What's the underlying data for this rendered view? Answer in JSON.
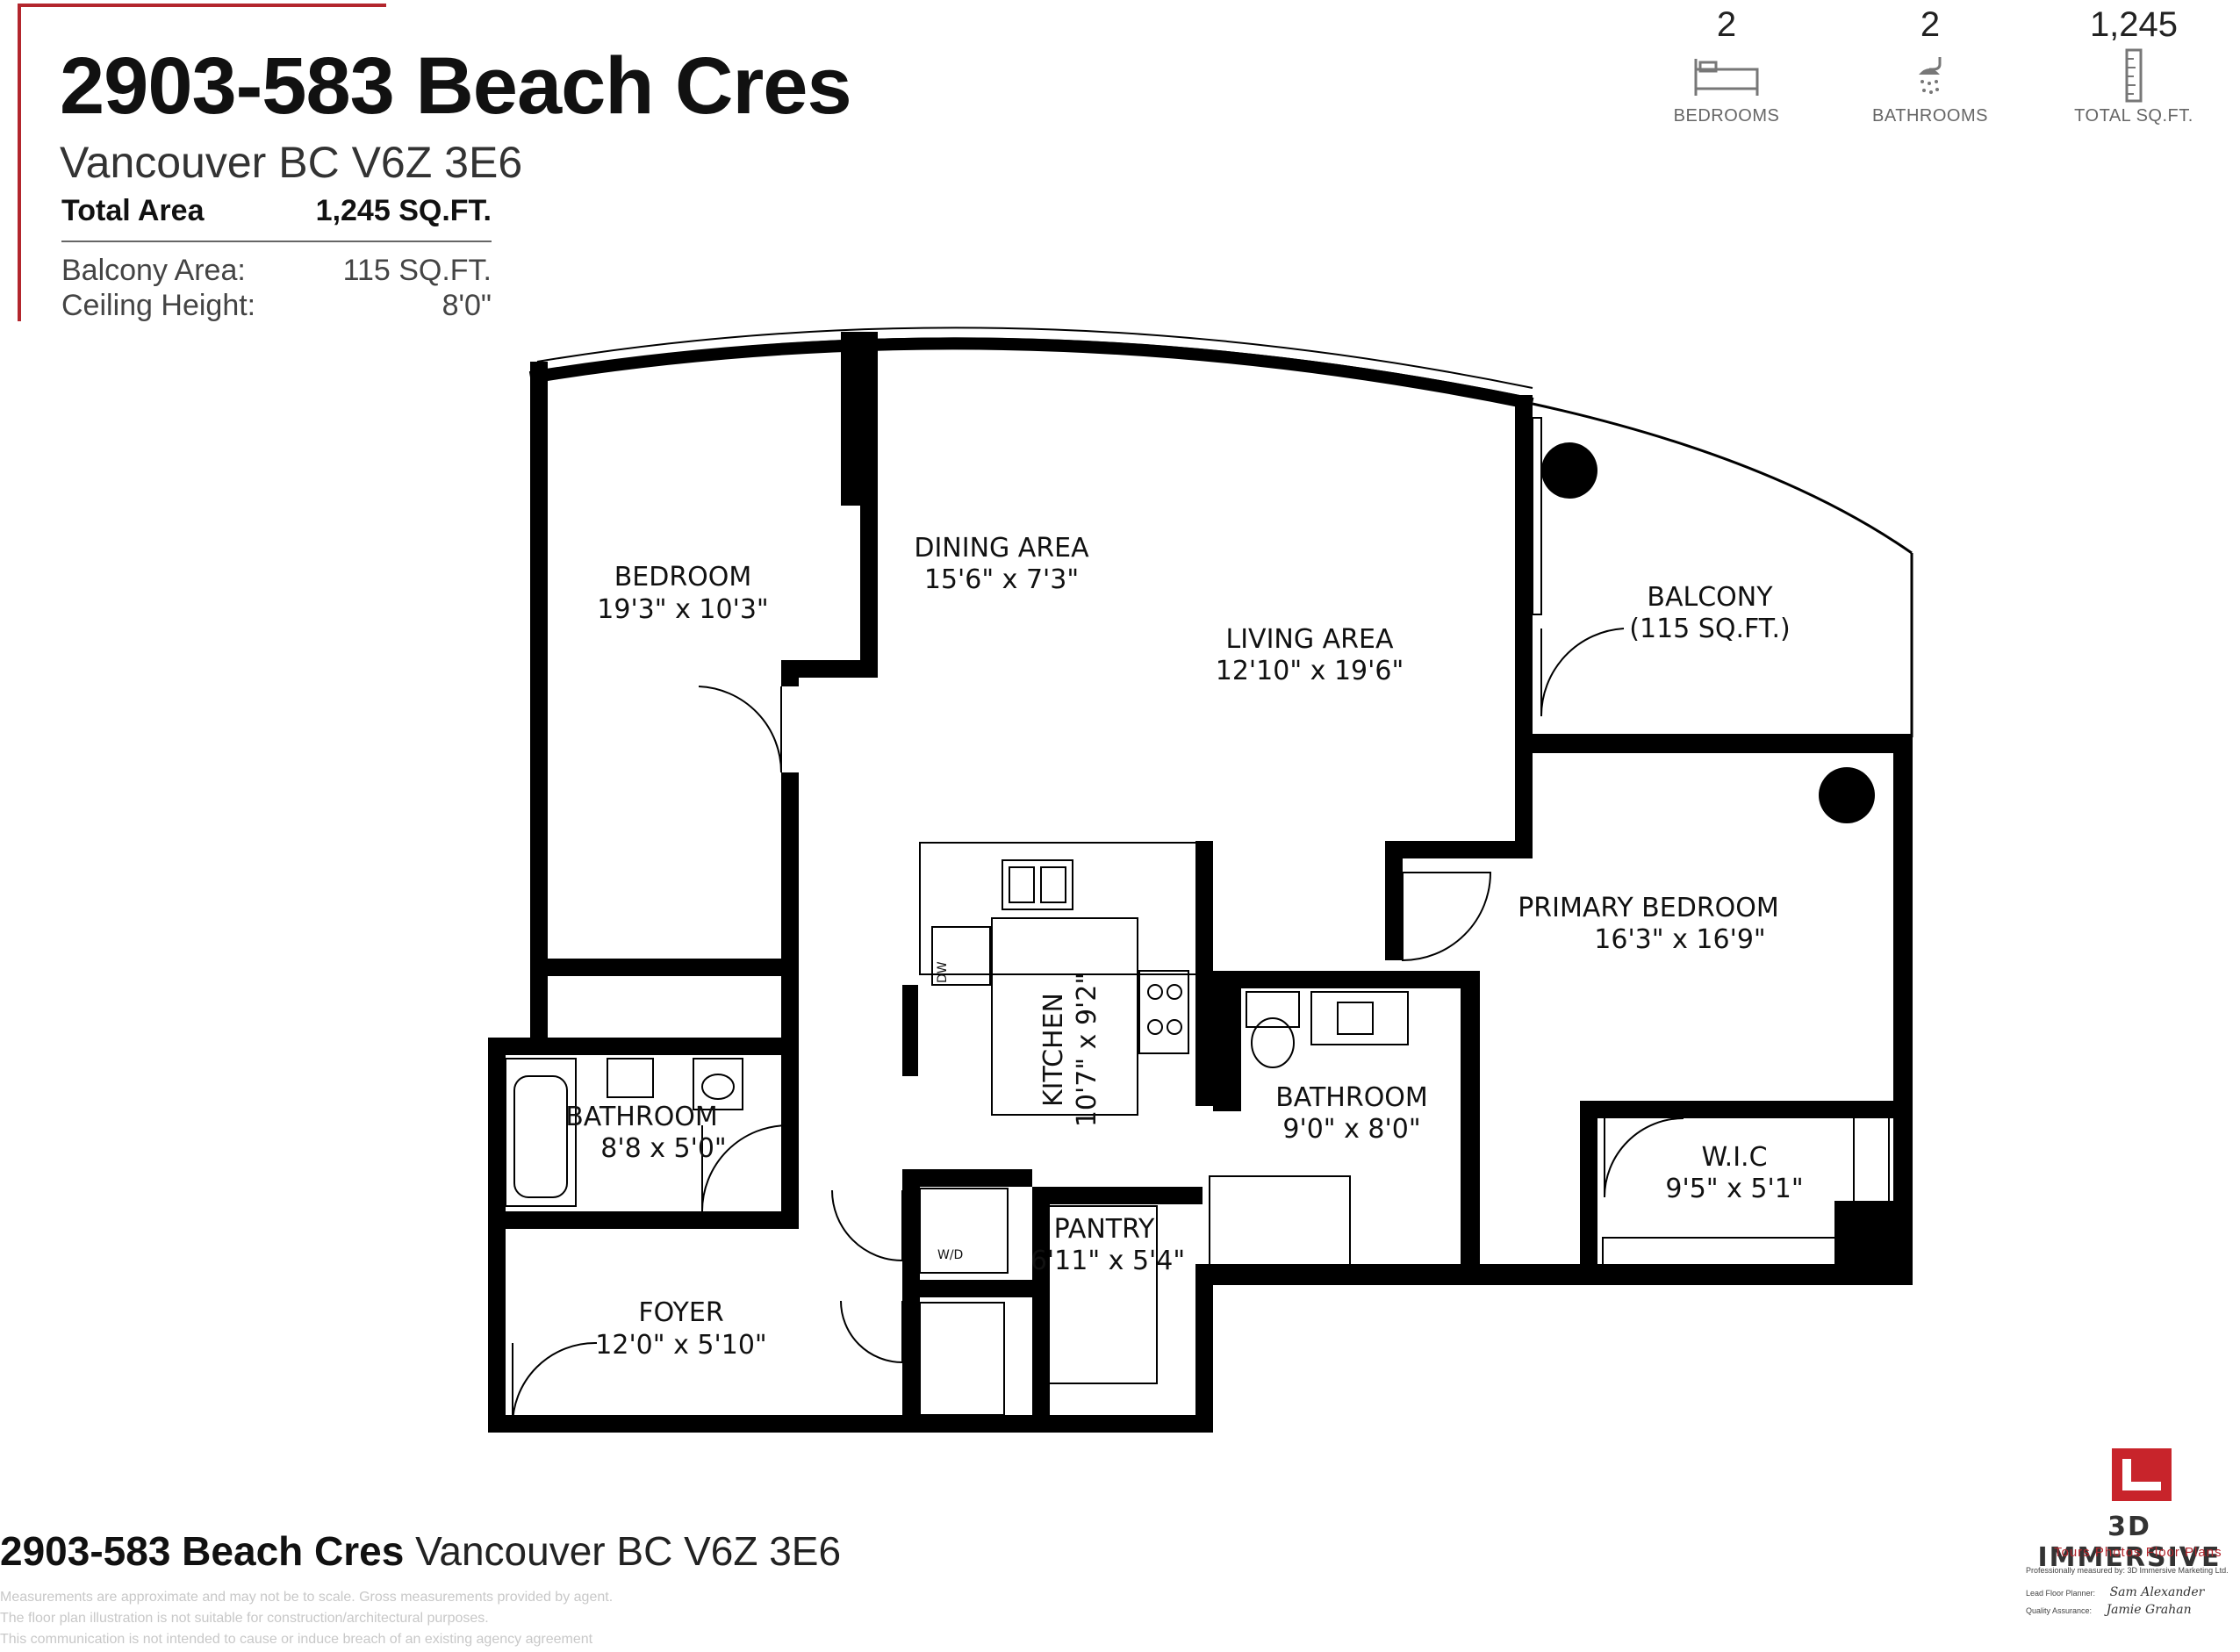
{
  "header": {
    "title": "2903-583 Beach Cres",
    "subtitle": "Vancouver BC V6Z 3E6",
    "total_area_label": "Total Area",
    "total_area_value": "1,245 SQ.FT.",
    "balcony_area_label": "Balcony Area:",
    "balcony_area_value": "115 SQ.FT.",
    "ceiling_height_label": "Ceiling Height:",
    "ceiling_height_value": "8'0\""
  },
  "stats": [
    {
      "value": "2",
      "label": "BEDROOMS",
      "icon": "bed-icon"
    },
    {
      "value": "2",
      "label": "BATHROOMS",
      "icon": "shower-icon"
    },
    {
      "value": "1,245",
      "label": "TOTAL SQ.FT.",
      "icon": "ruler-icon"
    }
  ],
  "rooms": {
    "bedroom": {
      "name": "BEDROOM",
      "dims": "19'3\" x 10'3\""
    },
    "dining": {
      "name": "DINING AREA",
      "dims": "15'6\" x 7'3\""
    },
    "living": {
      "name": "LIVING AREA",
      "dims": "12'10\" x 19'6\""
    },
    "balcony": {
      "name": "BALCONY",
      "dims": "(115 SQ.FT.)"
    },
    "kitchen": {
      "name": "KITCHEN",
      "dims": "10'7\" x 9'2\""
    },
    "primary": {
      "name": "PRIMARY BEDROOM",
      "dims": "16'3\" x 16'9\""
    },
    "bath1": {
      "name": "BATHROOM",
      "dims": "8'8 x 5'0\""
    },
    "bath2": {
      "name": "BATHROOM",
      "dims": "9'0\" x 8'0\""
    },
    "wic": {
      "name": "W.I.C",
      "dims": "9'5\" x 5'1\""
    },
    "pantry": {
      "name": "PANTRY",
      "dims": "6'11\" x 5'4\""
    },
    "foyer": {
      "name": "FOYER",
      "dims": "12'0\" x 5'10\""
    }
  },
  "fixtures": {
    "dw": "DW",
    "wd": "W/D"
  },
  "footer": {
    "address_bold": "2903-583 Beach Cres",
    "address_rest": "Vancouver BC V6Z 3E6",
    "disclaimer": [
      "Measurements are approximate and may not be to scale. Gross measurements provided by agent.",
      "The floor plan illustration is not suitable for construction/architectural purposes.",
      "This communication is not intended to cause or induce breach of an existing agency agreement"
    ]
  },
  "brand": {
    "name": "3D IMMERSIVE",
    "tagline": "Tours  Photos  Floor Plans",
    "measured_by": "Professionally measured by: 3D Immersive Marketing Ltd.",
    "lead_planner_label": "Lead Floor Planner:",
    "lead_planner_sig": "Sam Alexander",
    "qa_label": "Quality Assurance:",
    "qa_sig": "Jamie Grahan",
    "accent_color": "#b3262d"
  }
}
